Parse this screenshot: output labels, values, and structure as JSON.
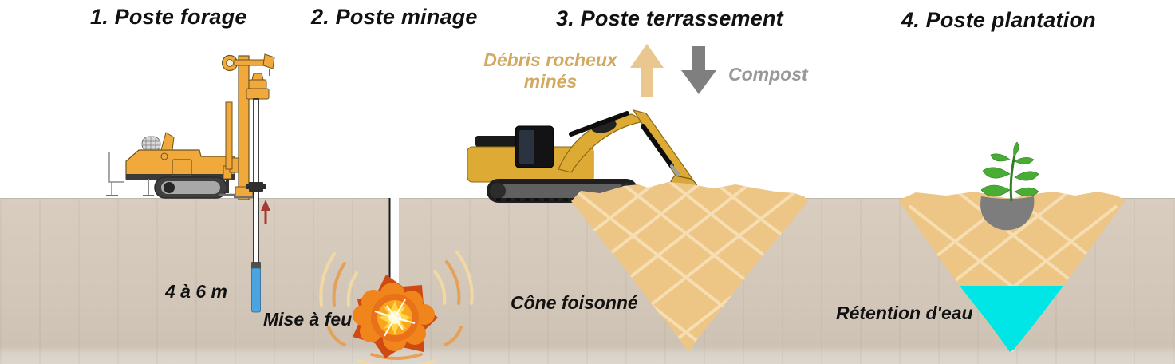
{
  "panels": [
    {
      "title": "1. Poste forage",
      "depth_label": "4 à 6 m"
    },
    {
      "title": "2. Poste minage",
      "fire_label": "Mise à feu"
    },
    {
      "title": "3. Poste terrassement",
      "debris_line1": "Débris rocheux",
      "debris_line2": "minés",
      "compost_label": "Compost",
      "cone_label": "Cône foisonné"
    },
    {
      "title": "4. Poste plantation",
      "water_label": "Rétention d'eau"
    }
  ],
  "colors": {
    "title-text": "#111111",
    "soil-top": "#d9cdc0",
    "soil-mid": "#d3c7b9",
    "soil-bottom": "#cec2b4",
    "soil-footer": "#d9d2c8",
    "cone-sand": "#edc685",
    "cone-hatch": "#f6deb2",
    "water": "#00e6e6",
    "pocket-gray": "#7d7d7d",
    "leaf-green": "#49ac35",
    "stem-green": "#2f7d22",
    "rig-orange": "#f2a93c",
    "rig-outline": "#6b5420",
    "cat-yellow": "#ddab33",
    "cat-outline": "#8a6a14",
    "track-dark": "#3f3f3f",
    "track-light": "#a8a8a8",
    "rod-blue": "#4ba4df",
    "red-arrow": "#a83832",
    "arrow-tan": "#e9c78e",
    "arrow-gray": "#7f7f7f",
    "debris-text": "#d2a95f",
    "compost-text": "#98989a",
    "explosion-outer": "#cf4a12",
    "explosion-mid": "#f0851c",
    "explosion-ring": "#e8711a",
    "explosion-core": "#ffd84d",
    "explosion-center": "#fff6cf",
    "shockwave-cream": "#f1d9a4",
    "shockwave-orange": "#e6a159"
  }
}
